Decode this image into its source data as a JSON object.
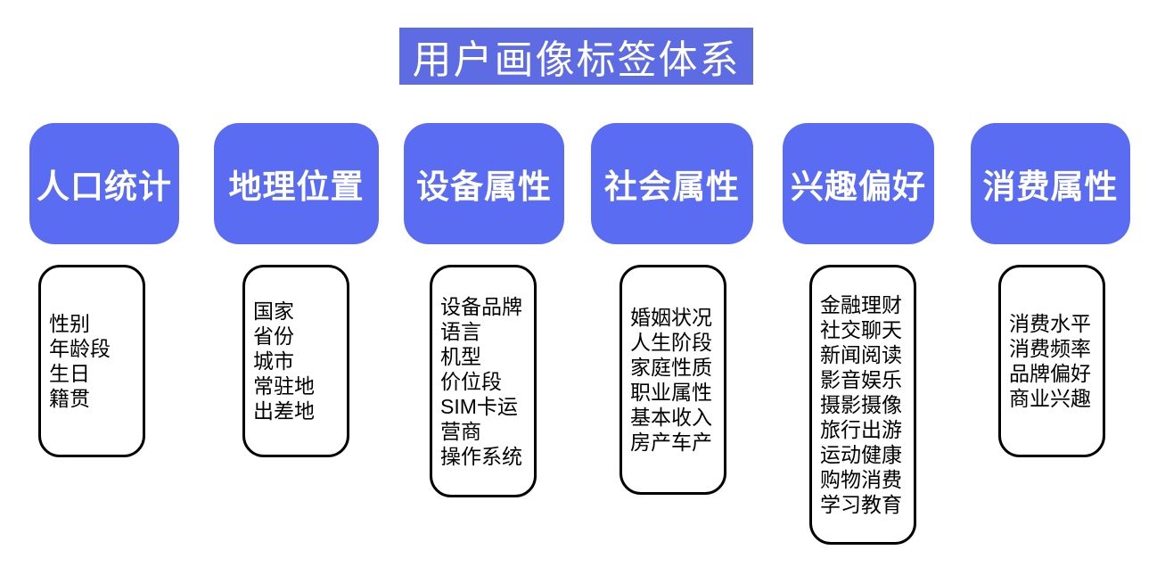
{
  "title": "用户画像标签体系",
  "colors": {
    "title_bg": "#5e6ce4",
    "category_bg": "#5a6cf2",
    "category_text": "#ffffff",
    "list_bg": "#ffffff",
    "list_border": "#000000",
    "list_text": "#000000",
    "page_bg": "#ffffff"
  },
  "columns": [
    {
      "label": "人口统计",
      "items": [
        "性别",
        "年龄段",
        "生日",
        "籍贯"
      ]
    },
    {
      "label": "地理位置",
      "items": [
        "国家",
        "省份",
        "城市",
        "常驻地",
        "出差地"
      ]
    },
    {
      "label": "设备属性",
      "items": [
        "设备品牌",
        "语言",
        "机型",
        "价位段",
        "SIM卡运",
        "营商",
        "操作系统"
      ]
    },
    {
      "label": "社会属性",
      "items": [
        "婚姻状况",
        "人生阶段",
        "家庭性质",
        "职业属性",
        "基本收入",
        "房产车产"
      ]
    },
    {
      "label": "兴趣偏好",
      "items": [
        "金融理财",
        "社交聊天",
        "新闻阅读",
        "影音娱乐",
        "摄影摄像",
        "旅行出游",
        "运动健康",
        "购物消费",
        "学习教育"
      ]
    },
    {
      "label": "消费属性",
      "items": [
        "消费水平",
        "消费频率",
        "品牌偏好",
        "商业兴趣"
      ]
    }
  ]
}
